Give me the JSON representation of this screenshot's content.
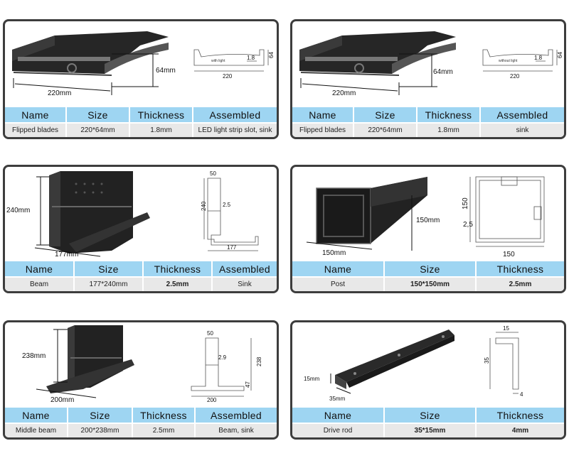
{
  "headers4": [
    "Name",
    "Size",
    "Thickness",
    "Assembled"
  ],
  "headers3": [
    "Name",
    "Size",
    "Thickness"
  ],
  "products": [
    {
      "name": "Flipped blades",
      "size": "220*64mm",
      "thickness": "1.8mm",
      "assembled": "LED light strip slot, sink",
      "dims": {
        "width": "220mm",
        "height": "64mm"
      },
      "drawing": {
        "width": "220",
        "height": "64",
        "thick": "1.8",
        "note": "with light"
      }
    },
    {
      "name": "Flipped blades",
      "size": "220*64mm",
      "thickness": "1.8mm",
      "assembled": "sink",
      "dims": {
        "width": "220mm",
        "height": "64mm"
      },
      "drawing": {
        "width": "220",
        "height": "64",
        "thick": "1.8",
        "note": "without light"
      }
    },
    {
      "name": "Beam",
      "size": "177*240mm",
      "thickness": "2.5mm",
      "assembled": "Sink",
      "dims": {
        "width": "177mm",
        "height": "240mm"
      },
      "drawing": {
        "top": "50",
        "height": "240",
        "thick": "2.5",
        "width": "177"
      }
    },
    {
      "name": "Post",
      "size": "150*150mm",
      "thickness": "2.5mm",
      "dims": {
        "width": "150mm",
        "height": "150mm"
      },
      "drawing": {
        "height": "150",
        "thick": "2,5",
        "width": "150"
      }
    },
    {
      "name": "Middle beam",
      "size": "200*238mm",
      "thickness": "2.5mm",
      "assembled": "Beam, sink",
      "dims": {
        "width": "200mm",
        "height": "238mm"
      },
      "drawing": {
        "top": "50",
        "thick": "2.9",
        "height": "238",
        "lip": "47",
        "width": "200"
      }
    },
    {
      "name": "Drive rod",
      "size": "35*15mm",
      "thickness": "4mm",
      "dims": {
        "height": "15mm",
        "width": "35mm"
      },
      "drawing": {
        "top": "15",
        "height": "35",
        "base": "4"
      }
    }
  ]
}
